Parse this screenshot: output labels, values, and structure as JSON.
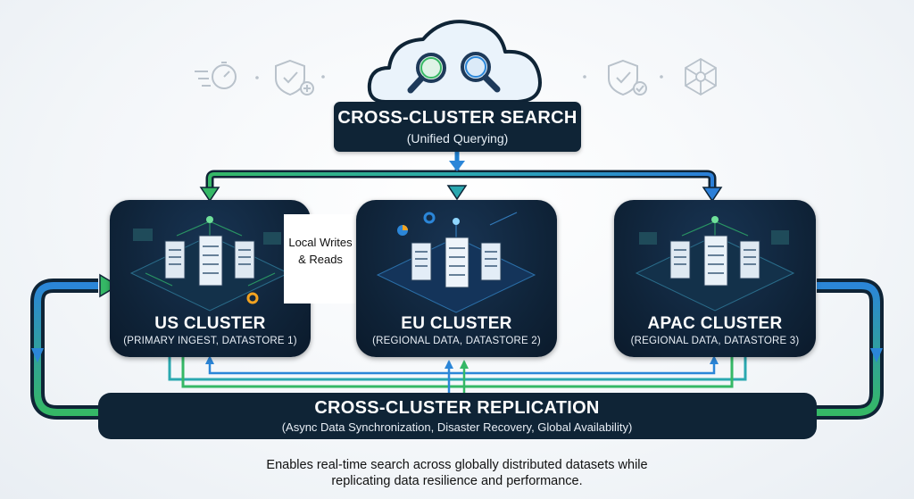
{
  "search": {
    "title": "CROSS-CLUSTER SEARCH",
    "subtitle": "(Unified Querying)"
  },
  "local": {
    "label_line1": "Local Writes",
    "label_line2": "& Reads"
  },
  "clusters": [
    {
      "name": "US CLUSTER",
      "subtitle": "(PRIMARY INGEST, DATASTORE 1)"
    },
    {
      "name": "EU CLUSTER",
      "subtitle": "(REGIONAL DATA, DATASTORE 2)"
    },
    {
      "name": "APAC CLUSTER",
      "subtitle": "(REGIONAL DATA, DATASTORE 3)"
    }
  ],
  "replication": {
    "title": "CROSS-CLUSTER REPLICATION",
    "subtitle": "(Async Data Synchronization, Disaster Recovery, Global Availability)"
  },
  "caption": {
    "line1": "Enables real-time search across globally distributed datasets while",
    "line2": "replicating data resilience and performance."
  },
  "icons": [
    "stopwatch-icon",
    "shield-plus-icon",
    "shield-check-icon",
    "network-node-icon",
    "cloud-icon",
    "magnifier-icon",
    "server-icon",
    "gear-icon"
  ],
  "colors": {
    "panel_dark": "#0f2436",
    "flow_green": "#3fbf6a",
    "flow_blue": "#2b86d8",
    "flow_teal": "#2aa8b0"
  }
}
